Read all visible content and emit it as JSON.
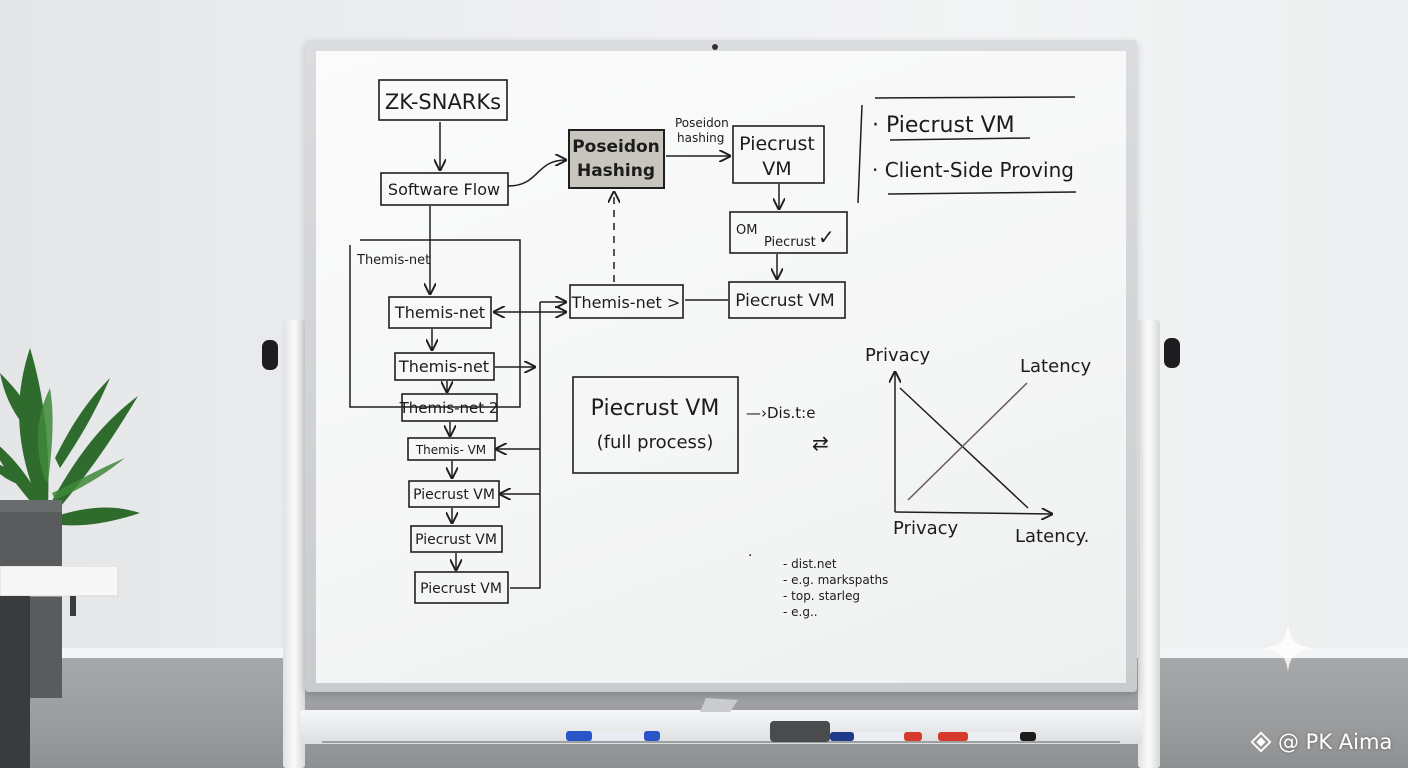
{
  "scene": "whiteboard-in-office",
  "colors": {
    "ink": "#1c1c1c",
    "poseidon_fill": "#c8c4be",
    "marker_blue": "#2a55c9",
    "marker_red": "#d63a2a",
    "marker_black": "#1b1b1b",
    "plant_green": "#2f6b2c"
  },
  "flowchart": {
    "zk_snarks": "ZK-SNARKs",
    "software_flow": "Software Flow",
    "group_label": "Themis-net",
    "themis_net_1": "Themis-net",
    "themis_net_2": "Themis-net",
    "themis_net_3": "Themis-net 2",
    "themis_vm": "Themis- VM",
    "piecrust_vm_1": "Piecrust VM",
    "piecrust_vm_2": "Piecrust VM",
    "piecrust_vm_3": "Piecrust VM",
    "poseidon_line1": "Poseidon",
    "poseidon_line2": "Hashing",
    "poseidon_note_line1": "Poseidon",
    "poseidon_note_line2": "hashing",
    "piecrust_top_line1": "Piecrust",
    "piecrust_top_line2": "VM",
    "om_piecrust_om": "OM",
    "om_piecrust_piecrust": "Piecrust",
    "om_check": "✓",
    "themis_net_mid": "Themis-net >",
    "piecrust_vm_mid": "Piecrust VM"
  },
  "bullets": {
    "item1": "· Piecrust VM",
    "item2": "· Client-Side Proving"
  },
  "full_process": {
    "line1": "Piecrust VM",
    "line2": "(full process)",
    "dist_note": "—›Dis.t:e",
    "double_arrow": "⇄"
  },
  "graph": {
    "y_label": "Privacy",
    "line_label": "Latency",
    "x_origin_label": "Privacy",
    "x_end_label": "Latency."
  },
  "notes": {
    "dot": "·",
    "line1": "- dist.net",
    "line2": "- e.g. markspaths",
    "line3": "- top. starleg",
    "line4": "- e.g.."
  },
  "watermark": {
    "text": "@ PK Aima",
    "icon": "diamond-logo-icon"
  }
}
